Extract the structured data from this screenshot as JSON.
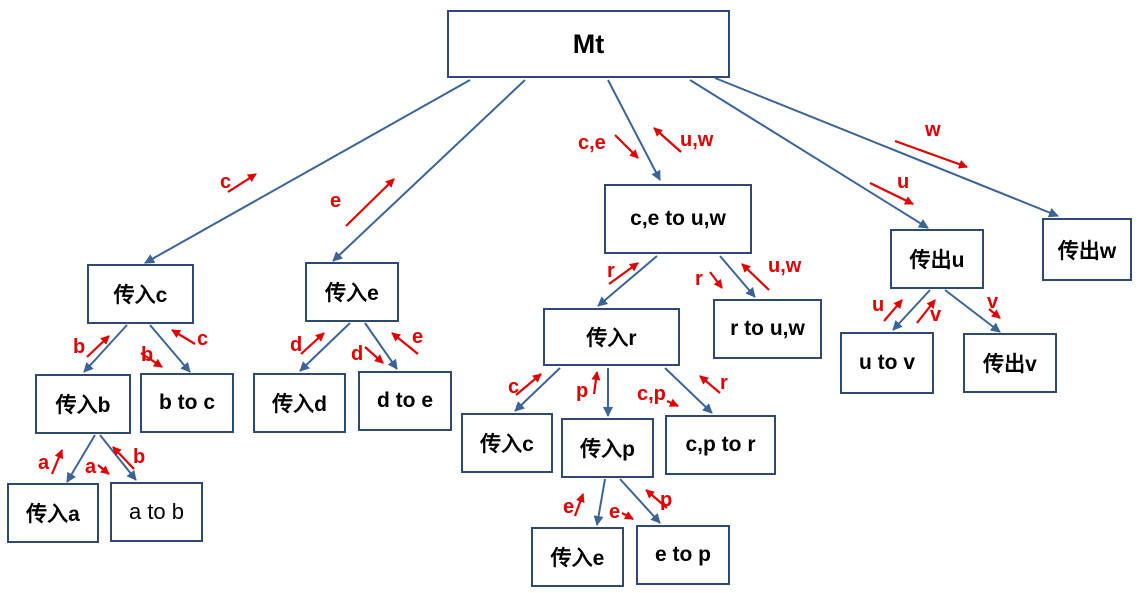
{
  "nodes": {
    "mt": "Mt",
    "in_c": "传入c",
    "in_e": "传入e",
    "ce_to_uw": "c,e to u,w",
    "out_u": "传出u",
    "out_w": "传出w",
    "in_b": "传入b",
    "b_to_c": "b to c",
    "in_d": "传入d",
    "d_to_e": "d to e",
    "in_r": "传入r",
    "r_to_uw": "r to u,w",
    "u_to_v": "u to v",
    "out_v": "传出v",
    "in_a": "传入a",
    "a_to_b": "a to b",
    "in_c2": "传入c",
    "in_p": "传入p",
    "cp_to_r": "c,p to r",
    "in_e2": "传入e",
    "e_to_p": "e to p"
  },
  "labels": {
    "c_up": "c",
    "e_up": "e",
    "ce_down": "c,e",
    "uw_up": "u,w",
    "w_right": "w",
    "u_down": "u",
    "b_up": "b",
    "b_down": "b",
    "c_up2": "c",
    "d_up": "d",
    "d_down": "d",
    "e_up2": "e",
    "r_up": "r",
    "r_down": "r",
    "uw_up2": "u,w",
    "u_down2": "u",
    "v_up": "v",
    "v_down": "v",
    "a_up": "a",
    "a_down": "a",
    "b_up2": "b",
    "c_up3": "c",
    "p_up": "p",
    "cp_down": "c,p",
    "r_up2": "r",
    "e_up3": "e",
    "e_down": "e",
    "p_up2": "p"
  },
  "colors": {
    "box_border": "#2f4a72",
    "connector": "#3b6496",
    "signal_arrow": "#e00000"
  }
}
